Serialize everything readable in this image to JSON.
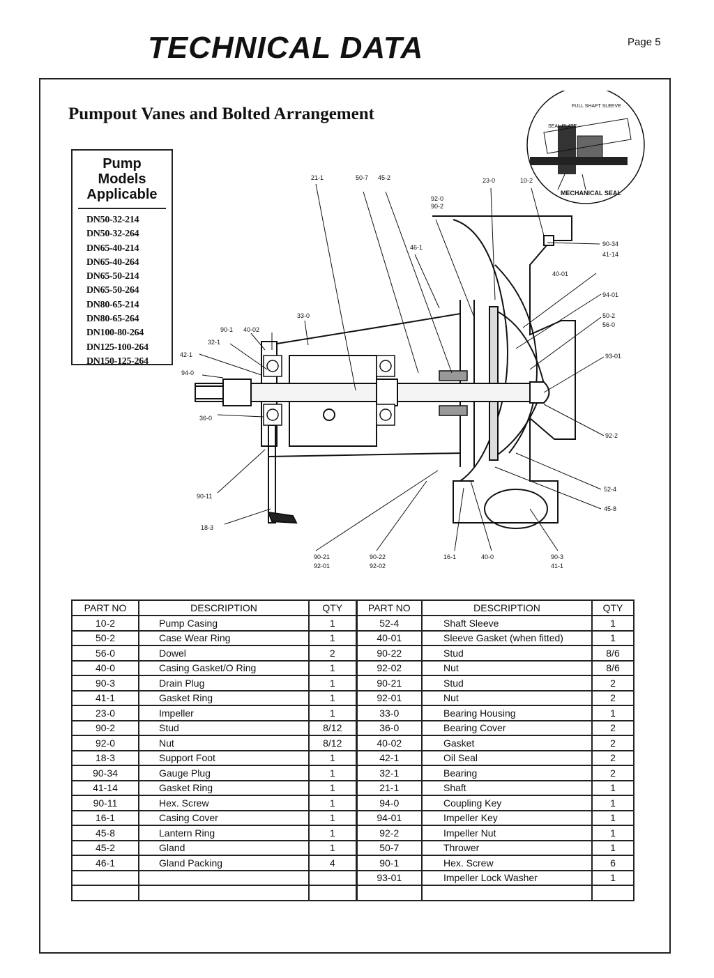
{
  "header": {
    "title": "TECHNICAL DATA",
    "page": "Page 5"
  },
  "section": {
    "title": "Pumpout Vanes and Bolted Arrangement"
  },
  "models": {
    "title": "Pump\nModels\nApplicable",
    "title_lines": [
      "Pump",
      "Models",
      "Applicable"
    ],
    "items": [
      "DN50-32-214",
      "DN50-32-264",
      "DN65-40-214",
      "DN65-40-264",
      "DN65-50-214",
      "DN65-50-264",
      "DN80-65-214",
      "DN80-65-264",
      "DN100-80-264",
      "DN125-100-264",
      "DN150-125-264"
    ]
  },
  "diagram": {
    "inset_labels": {
      "sleeve": "FULL SHAFT SLEEVE",
      "plate": "SEAL PLATE",
      "seal": "MECHANICAL SEAL"
    },
    "callouts": [
      "21-1",
      "50-7",
      "45-2",
      "23-0",
      "10-2",
      "92-0",
      "90-2",
      "46-1",
      "90-34",
      "41-14",
      "40-01",
      "94-01",
      "50-2",
      "56-0",
      "93-01",
      "33-0",
      "90-1",
      "40-02",
      "32-1",
      "42-1",
      "94-0",
      "36-0",
      "92-2",
      "52-4",
      "45-8",
      "90-11",
      "18-3",
      "90-21",
      "92-01",
      "90-22",
      "92-02",
      "16-1",
      "40-0",
      "90-3",
      "41-1"
    ]
  },
  "table": {
    "headers": [
      "PART NO",
      "DESCRIPTION",
      "QTY",
      "PART NO",
      "DESCRIPTION",
      "QTY"
    ],
    "rows": [
      [
        "10-2",
        "Pump Casing",
        "1",
        "52-4",
        "Shaft Sleeve",
        "1"
      ],
      [
        "50-2",
        "Case Wear Ring",
        "1",
        "40-01",
        "Sleeve Gasket (when fitted)",
        "1"
      ],
      [
        "56-0",
        "Dowel",
        "2",
        "90-22",
        "Stud",
        "8/6"
      ],
      [
        "40-0",
        "Casing Gasket/O Ring",
        "1",
        "92-02",
        "Nut",
        "8/6"
      ],
      [
        "90-3",
        "Drain Plug",
        "1",
        "90-21",
        "Stud",
        "2"
      ],
      [
        "41-1",
        "Gasket Ring",
        "1",
        "92-01",
        "Nut",
        "2"
      ],
      [
        "23-0",
        "Impeller",
        "1",
        "33-0",
        "Bearing Housing",
        "1"
      ],
      [
        "90-2",
        "Stud",
        "8/12",
        "36-0",
        "Bearing Cover",
        "2"
      ],
      [
        "92-0",
        "Nut",
        "8/12",
        "40-02",
        "Gasket",
        "2"
      ],
      [
        "18-3",
        "Support Foot",
        "1",
        "42-1",
        "Oil Seal",
        "2"
      ],
      [
        "90-34",
        "Gauge Plug",
        "1",
        "32-1",
        "Bearing",
        "2"
      ],
      [
        "41-14",
        "Gasket Ring",
        "1",
        "21-1",
        "Shaft",
        "1"
      ],
      [
        "90-11",
        "Hex. Screw",
        "1",
        "94-0",
        "Coupling Key",
        "1"
      ],
      [
        "16-1",
        "Casing Cover",
        "1",
        "94-01",
        "Impeller Key",
        "1"
      ],
      [
        "45-8",
        "Lantern Ring",
        "1",
        "92-2",
        "Impeller Nut",
        "1"
      ],
      [
        "45-2",
        "Gland",
        "1",
        "50-7",
        "Thrower",
        "1"
      ],
      [
        "46-1",
        "Gland Packing",
        "4",
        "90-1",
        "Hex. Screw",
        "6"
      ],
      [
        "",
        "",
        "",
        "93-01",
        "Impeller Lock Washer",
        "1"
      ]
    ]
  }
}
